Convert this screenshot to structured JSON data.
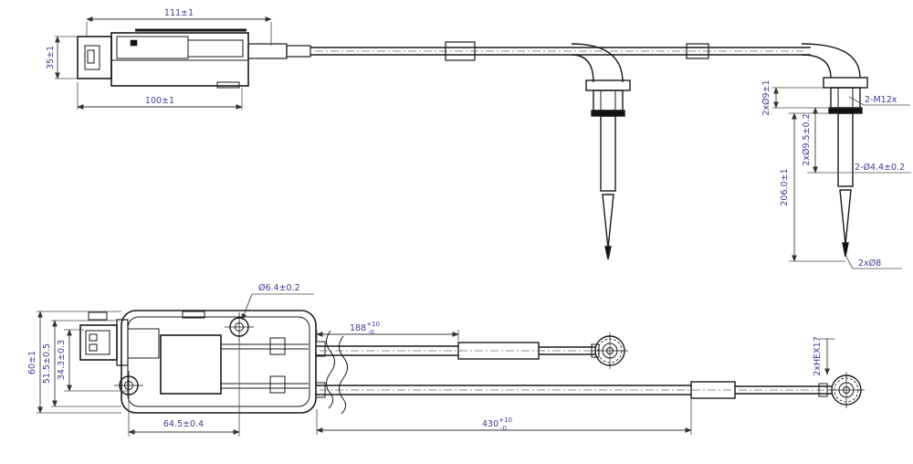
{
  "colors": {
    "background": "#ffffff",
    "part_line": "#1a1a1a",
    "dimension_line": "#3a3a3a",
    "dimension_text": "#3b3b94"
  },
  "top_view": {
    "dims": {
      "overall_width": "111±1",
      "housing_height": "35±1",
      "body_width": "100±1",
      "bend_dia": "2xØ9±1",
      "thread": "2-M12x",
      "sheath_len": "2xØ9.5±0.2",
      "probe_len": "206.0±1",
      "probe_dia": "2-Ø4.4±0.2",
      "tip_dia": "2xØ8"
    }
  },
  "bottom_view": {
    "dims": {
      "hole_dia": "Ø6.4±0.2",
      "height_outer": "60±1",
      "height_mid": "51.5±0.5",
      "height_inner": "34.3±0.3",
      "hole_spacing": "64.5±0.4",
      "cable_a": {
        "value": "188",
        "tol_upper": "+10",
        "tol_lower": "-0"
      },
      "cable_b": {
        "value": "430",
        "tol_upper": "+10",
        "tol_lower": "-0"
      },
      "hex": "2xHEX17"
    }
  }
}
